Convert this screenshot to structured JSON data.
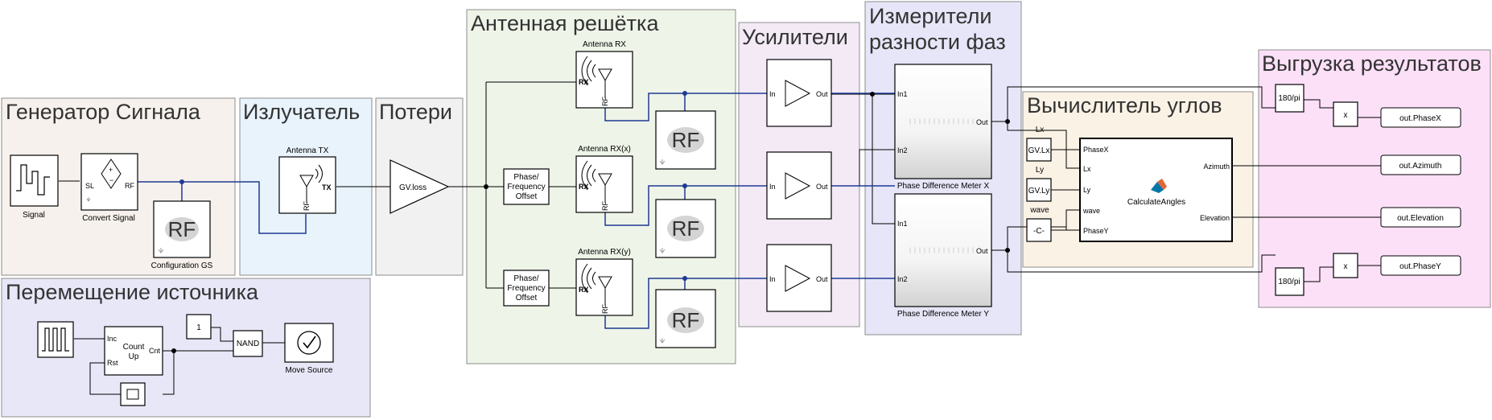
{
  "areas": {
    "signal_gen": "Генератор Сигнала",
    "emitter": "Излучатель",
    "losses": "Потери",
    "antenna_array": "Антенная решётка",
    "amplifiers": "Усилители",
    "phase_meters": "Измерители разности фаз",
    "phase_meters_line1": "Измерители",
    "phase_meters_line2": "разности фаз",
    "angle_calc": "Вычислитель углов",
    "results_export": "Выгрузка результатов",
    "source_move": "Перемещение источника"
  },
  "blocks": {
    "signal": "Signal",
    "convert_signal": "Convert Signal",
    "convert_sl": "SL",
    "convert_rf": "RF",
    "configuration_gs": "Configuration GS",
    "rf_glyph": "RF",
    "antenna_tx": "Antenna TX",
    "tx": "TX",
    "gv_loss": "GV.loss",
    "antenna_rx": "Antenna RX",
    "antenna_rx_x": "Antenna RX(x)",
    "antenna_rx_y": "Antenna RX(y)",
    "rx": "RX",
    "pfo_line1": "Phase/",
    "pfo_line2": "Frequency",
    "pfo_line3": "Offset",
    "amp_in": "In",
    "amp_out": "Out",
    "pdm_in1": "In1",
    "pdm_in2": "In2",
    "pdm_out": "Out",
    "pdm_x": "Phase Difference Meter X",
    "pdm_y": "Phase Difference Meter Y",
    "lx_label": "Lx",
    "gv_lx": "GV.Lx",
    "ly_label": "Ly",
    "gv_ly": "GV.Ly",
    "wave_label": "wave",
    "const_c": "-C-",
    "calc_name": "CalculateAngles",
    "calc_phasex": "PhaseX",
    "calc_lx": "Lx",
    "calc_ly": "Ly",
    "calc_wave": "wave",
    "calc_phasey": "PhaseY",
    "calc_azimuth": "Azimuth",
    "calc_elevation": "Elevation",
    "gain_180pi_1": "180/pi",
    "gain_180pi_2": "180/pi",
    "mult": "x",
    "out_phasex": "out.PhaseX",
    "out_azimuth": "out.Azimuth",
    "out_elevation": "out.Elevation",
    "out_phasey": "out.PhaseY",
    "const_1": "1",
    "counter_inc": "Inc",
    "counter_rst": "Rst",
    "counter_cnt": "Cnt",
    "counter_line1": "Count",
    "counter_line2": "Up",
    "nand": "NAND",
    "move_source": "Move Source"
  },
  "colors": {
    "signal_gen_bg": "#f6f1ec",
    "emitter_bg": "#e8f3fb",
    "losses_bg": "#f1f1f1",
    "antenna_array_bg": "#eef4e8",
    "amplifiers_bg": "#f3eaf6",
    "phase_meters_bg": "#e6e6f8",
    "angle_calc_bg": "#fbf2e6",
    "results_export_bg": "#fbe0f7",
    "source_move_bg": "#e7e7f8",
    "wire": "#1f3a93"
  }
}
